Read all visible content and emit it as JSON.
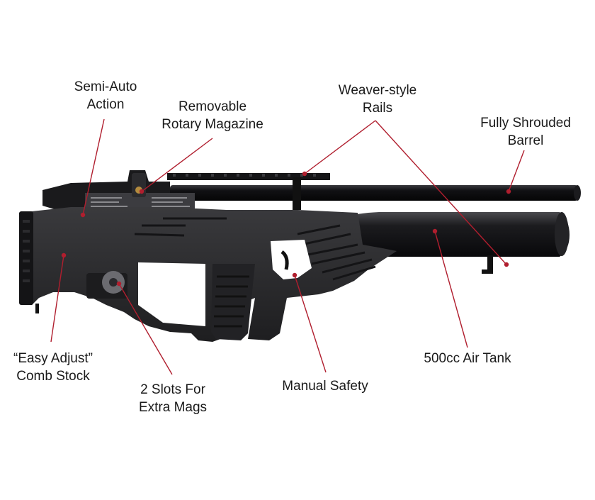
{
  "colors": {
    "callout": "#b01e2e",
    "body": "#2a2a2c",
    "body_dark": "#18181a",
    "metal": "#0e0e10",
    "text": "#1a1a1a"
  },
  "callouts": [
    {
      "id": "semi-auto-action",
      "lines": [
        "Semi-Auto",
        "Action"
      ]
    },
    {
      "id": "rotary-magazine",
      "lines": [
        "Removable",
        "Rotary Magazine"
      ]
    },
    {
      "id": "weaver-rails",
      "lines": [
        "Weaver-style",
        "Rails"
      ]
    },
    {
      "id": "shrouded-barrel",
      "lines": [
        "Fully Shrouded",
        "Barrel"
      ]
    },
    {
      "id": "comb-stock",
      "lines": [
        "“Easy Adjust”",
        "Comb Stock"
      ]
    },
    {
      "id": "extra-mag-slots",
      "lines": [
        "2 Slots For",
        "Extra Mags"
      ]
    },
    {
      "id": "manual-safety",
      "lines": [
        "Manual Safety"
      ]
    },
    {
      "id": "air-tank",
      "lines": [
        "500cc Air Tank"
      ]
    }
  ]
}
